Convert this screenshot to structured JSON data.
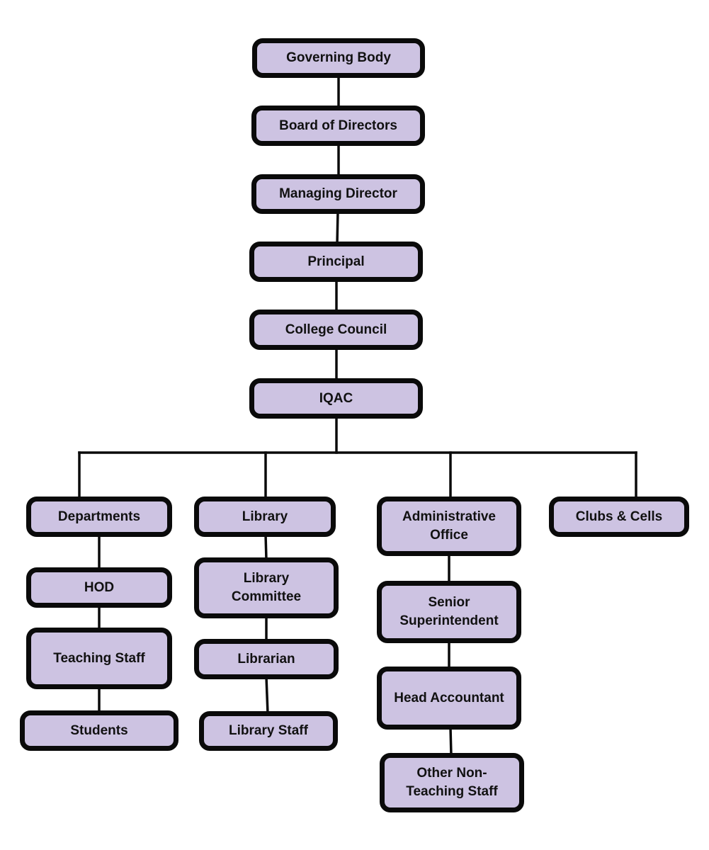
{
  "colors": {
    "box_fill": "#cdc3e2",
    "box_border": "#0a0a0a",
    "connector": "#0a0a0a",
    "text": "#111111"
  },
  "nodes": {
    "governing_body": "Governing Body",
    "board_of_directors": "Board of Directors",
    "managing_director": "Managing Director",
    "principal": "Principal",
    "college_council": "College Council",
    "iqac": "IQAC",
    "departments": "Departments",
    "hod": "HOD",
    "teaching_staff": "Teaching Staff",
    "students": "Students",
    "library": "Library",
    "library_committee": [
      "Library",
      "Committee"
    ],
    "librarian": "Librarian",
    "library_staff": "Library Staff",
    "administrative_office": [
      "Administrative",
      "Office"
    ],
    "senior_superintendent": [
      "Senior",
      "Superintendent"
    ],
    "head_accountant": "Head Accountant",
    "other_non_teaching_staff": [
      "Other Non-",
      "Teaching Staff"
    ],
    "clubs_cells": "Clubs & Cells"
  }
}
